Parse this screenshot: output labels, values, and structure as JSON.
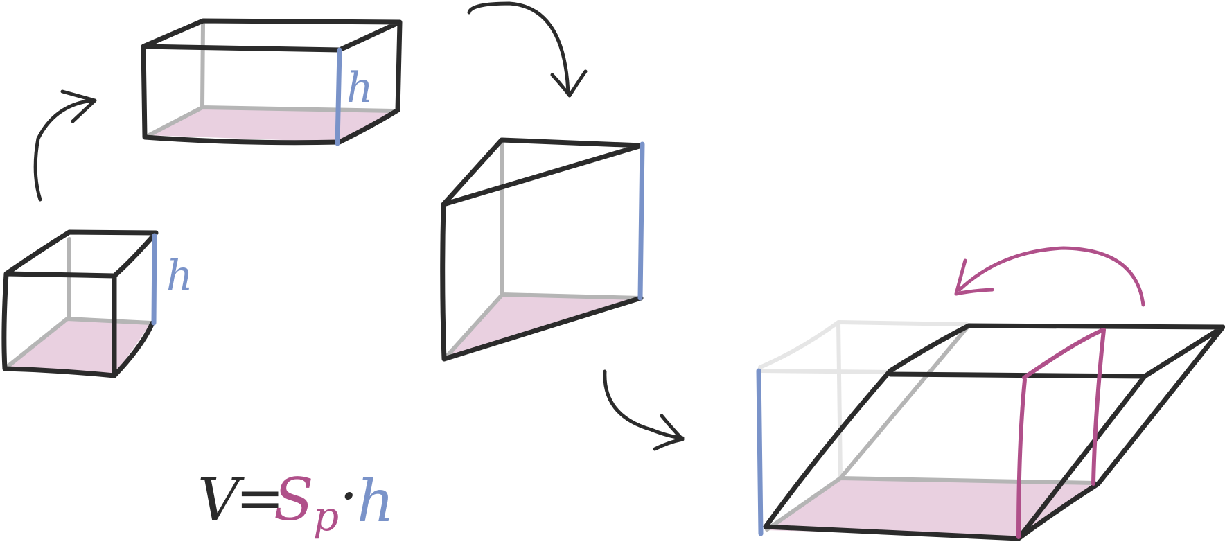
{
  "diagram": {
    "labels": {
      "height_small": "h",
      "height_top": "h"
    },
    "formula": {
      "lhs": "V",
      "equals": "=",
      "area": "S",
      "area_subscript": "p",
      "dot": "·",
      "height": "h"
    },
    "colors": {
      "ink": "#2b2b2b",
      "hidden_edge": "#b5b5b5",
      "faint_edge": "#e6e6e6",
      "height": "#7a93c9",
      "accent": "#b0508a",
      "base_fill": "#e9d0e0"
    }
  }
}
